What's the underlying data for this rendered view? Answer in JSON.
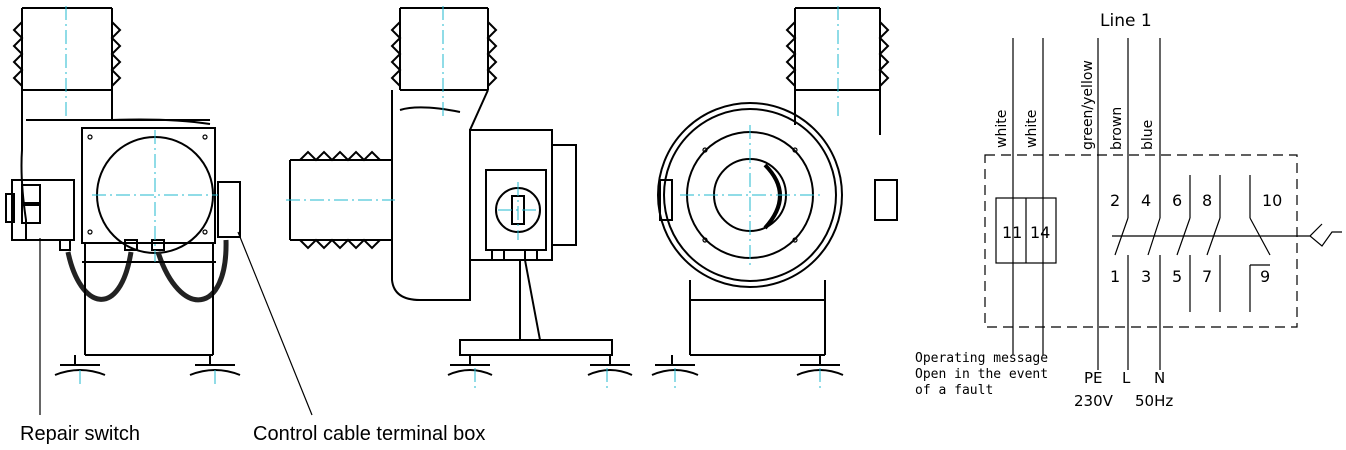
{
  "callouts": {
    "repair_switch": "Repair switch",
    "control_cable_terminal_box": "Control cable terminal box"
  },
  "wiring": {
    "title": "Line 1",
    "wires": [
      "white",
      "white",
      "green/yellow",
      "brown",
      "blue"
    ],
    "terminals_top": [
      "2",
      "4",
      "6",
      "8",
      "10"
    ],
    "terminals_bottom": [
      "1",
      "3",
      "5",
      "7",
      "9"
    ],
    "aux_contacts": [
      "11",
      "14"
    ],
    "bottom_labels": [
      "PE",
      "L",
      "N"
    ],
    "supply": [
      "230V",
      "50Hz"
    ],
    "message_lines": [
      "Operating message",
      "Open in the event",
      "of a fault"
    ]
  },
  "colors": {
    "centerline": "#22b8cf",
    "line": "#000000"
  }
}
